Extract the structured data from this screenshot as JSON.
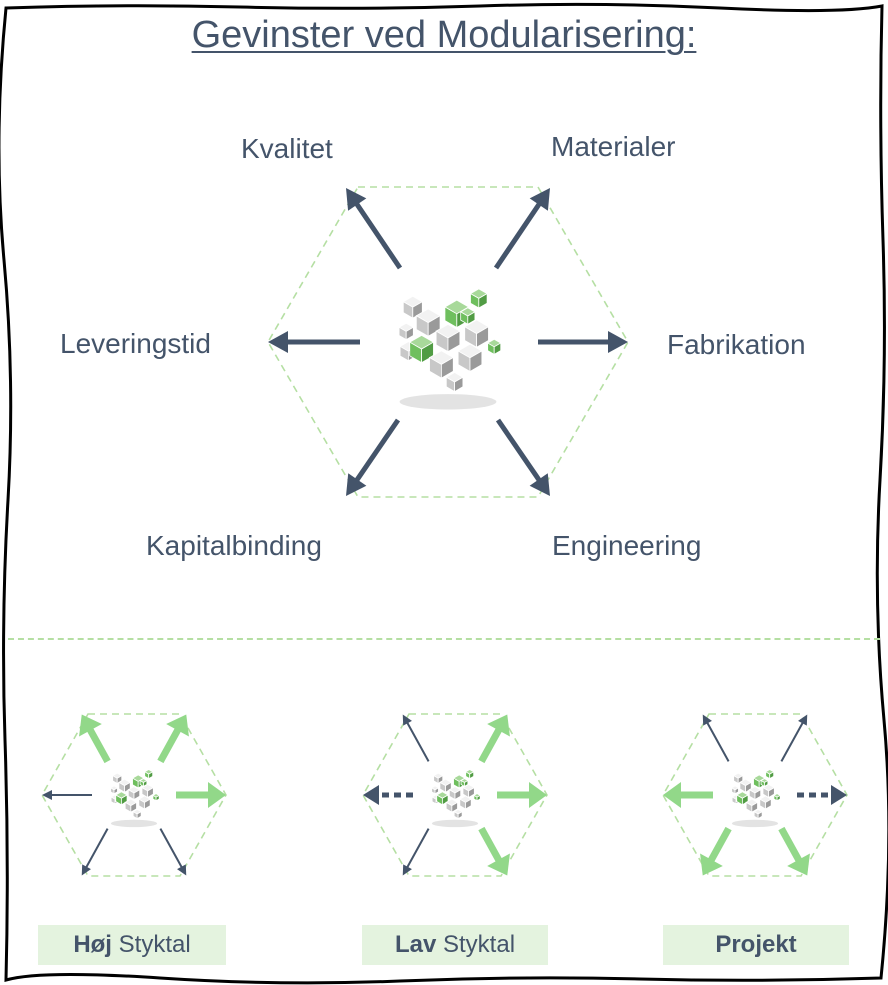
{
  "title": "Gevinster ved Modularisering:",
  "benefits": [
    {
      "label": "Kvalitet",
      "icon": "arrow-up-left-icon"
    },
    {
      "label": "Materialer",
      "icon": "arrow-up-right-icon"
    },
    {
      "label": "Leveringstid",
      "icon": "arrow-left-icon"
    },
    {
      "label": "Fabrikation",
      "icon": "arrow-right-icon"
    },
    {
      "label": "Kapitalbinding",
      "icon": "arrow-down-left-icon"
    },
    {
      "label": "Engineering",
      "icon": "arrow-down-right-icon"
    }
  ],
  "scenarios": [
    {
      "bold": "Høj",
      "rest": " Styktal",
      "arrows": {
        "upleft": "green",
        "upright": "green",
        "right": "green",
        "left": "thin",
        "downleft": "thin",
        "downright": "thin"
      }
    },
    {
      "bold": "Lav",
      "rest": " Styktal",
      "arrows": {
        "upleft": "thin",
        "upright": "green",
        "right": "green",
        "left": "dashed",
        "downleft": "thin",
        "downright": "green"
      }
    },
    {
      "bold": "Projekt",
      "rest": "",
      "arrows": {
        "upleft": "thin",
        "upright": "thin",
        "right": "dashed",
        "left": "green",
        "downleft": "green",
        "downright": "green"
      }
    }
  ],
  "colors": {
    "dark": "#44546a",
    "green": "#92d889",
    "hexagon": "#b5dfa3",
    "label_bg": "#e4f3df"
  }
}
